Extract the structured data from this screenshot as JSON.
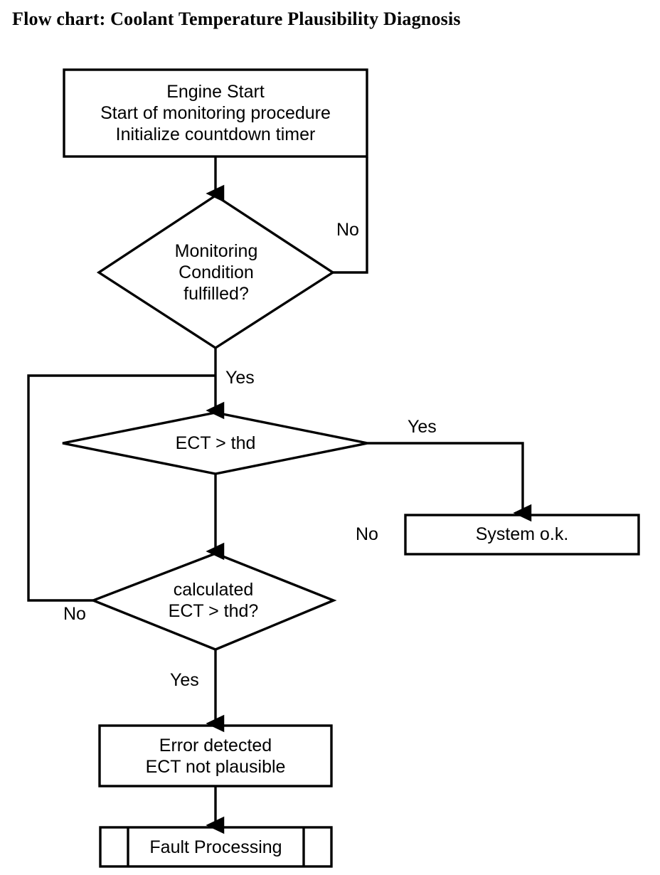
{
  "title": "Flow chart: Coolant Temperature Plausibility Diagnosis",
  "diagram": {
    "type": "flowchart",
    "orientation": "top-to-bottom",
    "nodes": [
      {
        "id": "start",
        "shape": "process",
        "lines": [
          "Engine Start",
          "Start of monitoring procedure",
          "Initialize countdown timer"
        ],
        "text": "Engine Start\nStart of monitoring procedure\nInitialize countdown timer"
      },
      {
        "id": "monitoring-condition",
        "shape": "decision",
        "lines": [
          "Monitoring",
          "Condition",
          "fulfilled?"
        ],
        "text": "Monitoring\nCondition\nfulfilled?"
      },
      {
        "id": "ect-gt-thd",
        "shape": "decision",
        "lines": [
          "ECT > thd"
        ],
        "text": "ECT > thd"
      },
      {
        "id": "calculated-ect-gt-thd",
        "shape": "decision",
        "lines": [
          "calculated",
          "ECT > thd?"
        ],
        "text": "calculated\nECT > thd?"
      },
      {
        "id": "system-ok",
        "shape": "process",
        "lines": [
          "System o.k."
        ],
        "text": "System o.k."
      },
      {
        "id": "error-detected",
        "shape": "process",
        "lines": [
          "Error detected",
          "ECT not plausible"
        ],
        "text": "Error detected\nECT not plausible"
      },
      {
        "id": "fault-processing",
        "shape": "predefined-process",
        "lines": [
          "Fault Processing"
        ],
        "text": "Fault Processing"
      }
    ],
    "edge_labels": {
      "monitoring_no": "No",
      "monitoring_yes": "Yes",
      "ect_yes": "Yes",
      "ect_no": "No",
      "calculated_no": "No",
      "calculated_yes": "Yes"
    },
    "colors": {
      "stroke": "#000000",
      "fill": "#ffffff",
      "text": "#000000"
    }
  }
}
